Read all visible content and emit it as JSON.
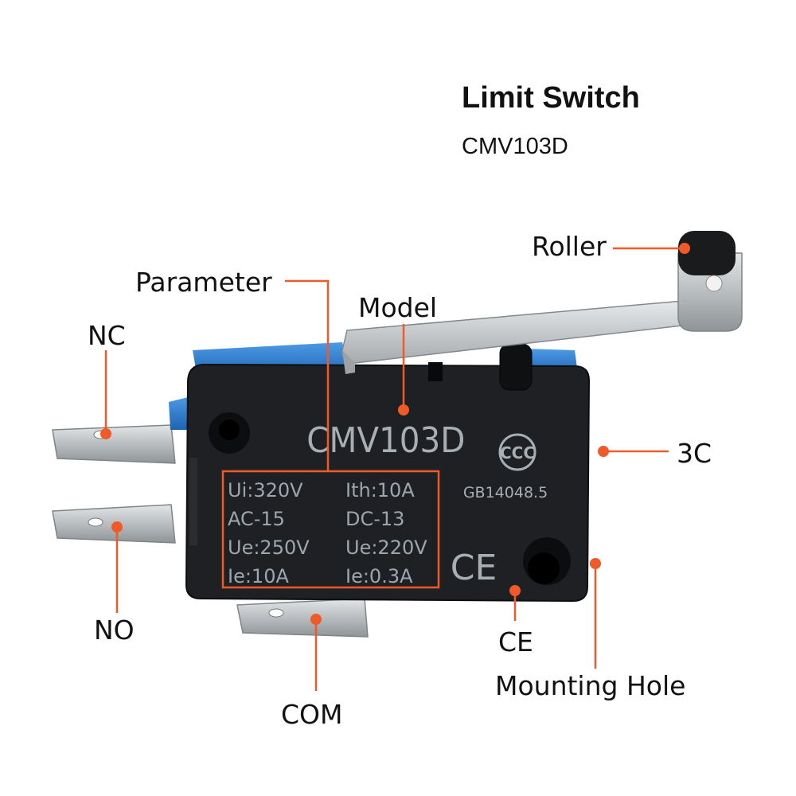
{
  "header": {
    "title": "Limit Switch",
    "model": "CMV103D"
  },
  "device": {
    "model_print": "CMV103D",
    "standard": "GB14048.5",
    "certification_mark": "CE",
    "parameters": [
      [
        "Ui:320V",
        "Ith:10A"
      ],
      [
        "AC-15",
        "DC-13"
      ],
      [
        "Ue:250V",
        "Ue:220V"
      ],
      [
        "Ie:10A",
        "Ie:0.3A"
      ]
    ]
  },
  "callouts": {
    "roller": "Roller",
    "parameter": "Parameter",
    "model": "Model",
    "nc": "NC",
    "three_c": "3C",
    "no": "NO",
    "ce": "CE",
    "mounting_hole": "Mounting Hole",
    "com": "COM"
  },
  "colors": {
    "callout": "#f05a28",
    "body": "#1d1f22",
    "actuator": "#2d7fd1",
    "lever": "#c9ccce",
    "terminal": "#b8bcbf"
  }
}
